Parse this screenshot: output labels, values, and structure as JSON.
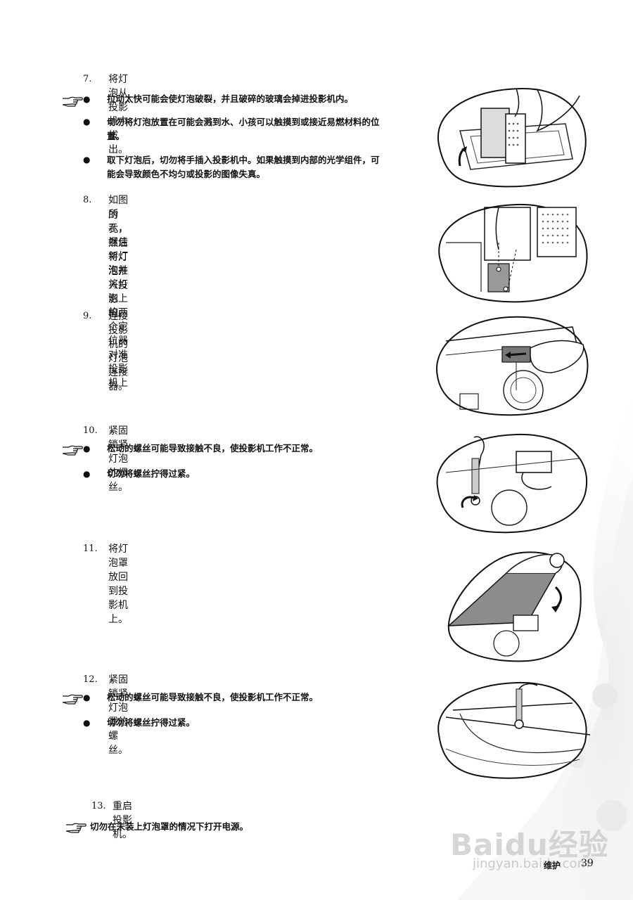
{
  "steps": [
    {
      "num": "7.",
      "text": "将灯泡从投影机中拔出。"
    },
    {
      "num": "8.",
      "text_line1": "如图所示，握住新灯泡并将灯泡上的两个定位器对准投影机上",
      "text_line2": "的孔，然后将灯泡推入投影机。"
    },
    {
      "num": "9.",
      "text": "连接投影机的灯泡连接器。"
    },
    {
      "num": "10.",
      "text": "紧固锁紧灯泡的螺丝。"
    },
    {
      "num": "11.",
      "text": "将灯泡罩放回到投影机上。"
    },
    {
      "num": "12.",
      "text": "紧固锁紧灯泡罩的螺丝。"
    },
    {
      "num": "13.",
      "text": "重启投影机。"
    }
  ],
  "notes": {
    "step7": [
      "拉动太快可能会使灯泡破裂，并且破碎的玻璃会掉进投影机内。",
      "切勿将灯泡放置在可能会溅到水、小孩可以触摸到或接近易燃材料的位",
      "置。",
      "取下灯泡后，切勿将手插入投影机中。如果触摸到内部的光学组件，可",
      "能会导致颜色不均匀或投影的图像失真。"
    ],
    "step10": [
      "松动的螺丝可能导致接触不良，使投影机工作不正常。",
      "切勿将螺丝拧得过紧。"
    ],
    "step12": [
      "松动的螺丝可能导致接触不良，使投影机工作不正常。",
      "切勿将螺丝拧得过紧。"
    ],
    "step13": "切勿在未装上灯泡罩的情况下打开电源。"
  },
  "bullet_glyph": "●",
  "footer": {
    "section": "维护",
    "page": "39"
  },
  "watermark": {
    "brand": "Baidu经验",
    "url": "jingyan.baidu.com"
  }
}
